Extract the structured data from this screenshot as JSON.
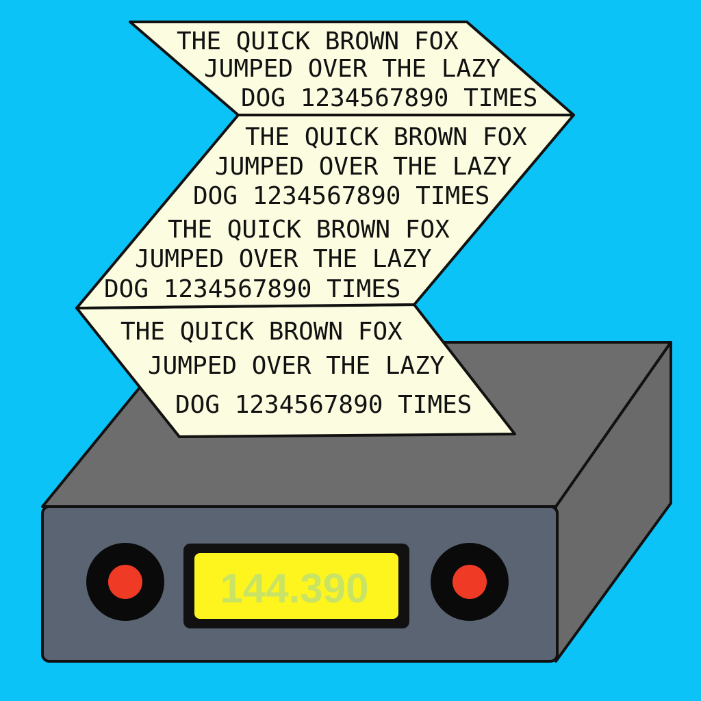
{
  "colors": {
    "background": "#0cc3f8",
    "paper": "#fcfce0",
    "outline": "#111111",
    "box_top": "#6d6d6d",
    "box_side": "#6a6a6a",
    "box_front": "#5a6472",
    "knob_ring": "#0a0a0a",
    "knob_center": "#ef3a25",
    "display_bezel": "#111111",
    "display_screen": "#fef51f",
    "display_digits": "#c9e364"
  },
  "paper_tape": {
    "segment_1": {
      "line_1": "THE QUICK BROWN FOX",
      "line_2": "JUMPED OVER THE LAZY",
      "line_3": "DOG 1234567890 TIMES"
    },
    "segment_2": {
      "line_1": "THE QUICK BROWN FOX",
      "line_2": "JUMPED OVER THE LAZY",
      "line_3": "DOG 1234567890 TIMES",
      "line_4": "THE QUICK BROWN FOX",
      "line_5": "JUMPED OVER THE LAZY",
      "line_6": "DOG 1234567890 TIMES"
    },
    "segment_3": {
      "line_1": "THE QUICK BROWN FOX",
      "line_2": "JUMPED OVER THE LAZY",
      "line_3": "DOG 1234567890 TIMES"
    }
  },
  "radio": {
    "frequency": "144.390",
    "left_knob_icon": "knob-icon",
    "right_knob_icon": "knob-icon"
  }
}
